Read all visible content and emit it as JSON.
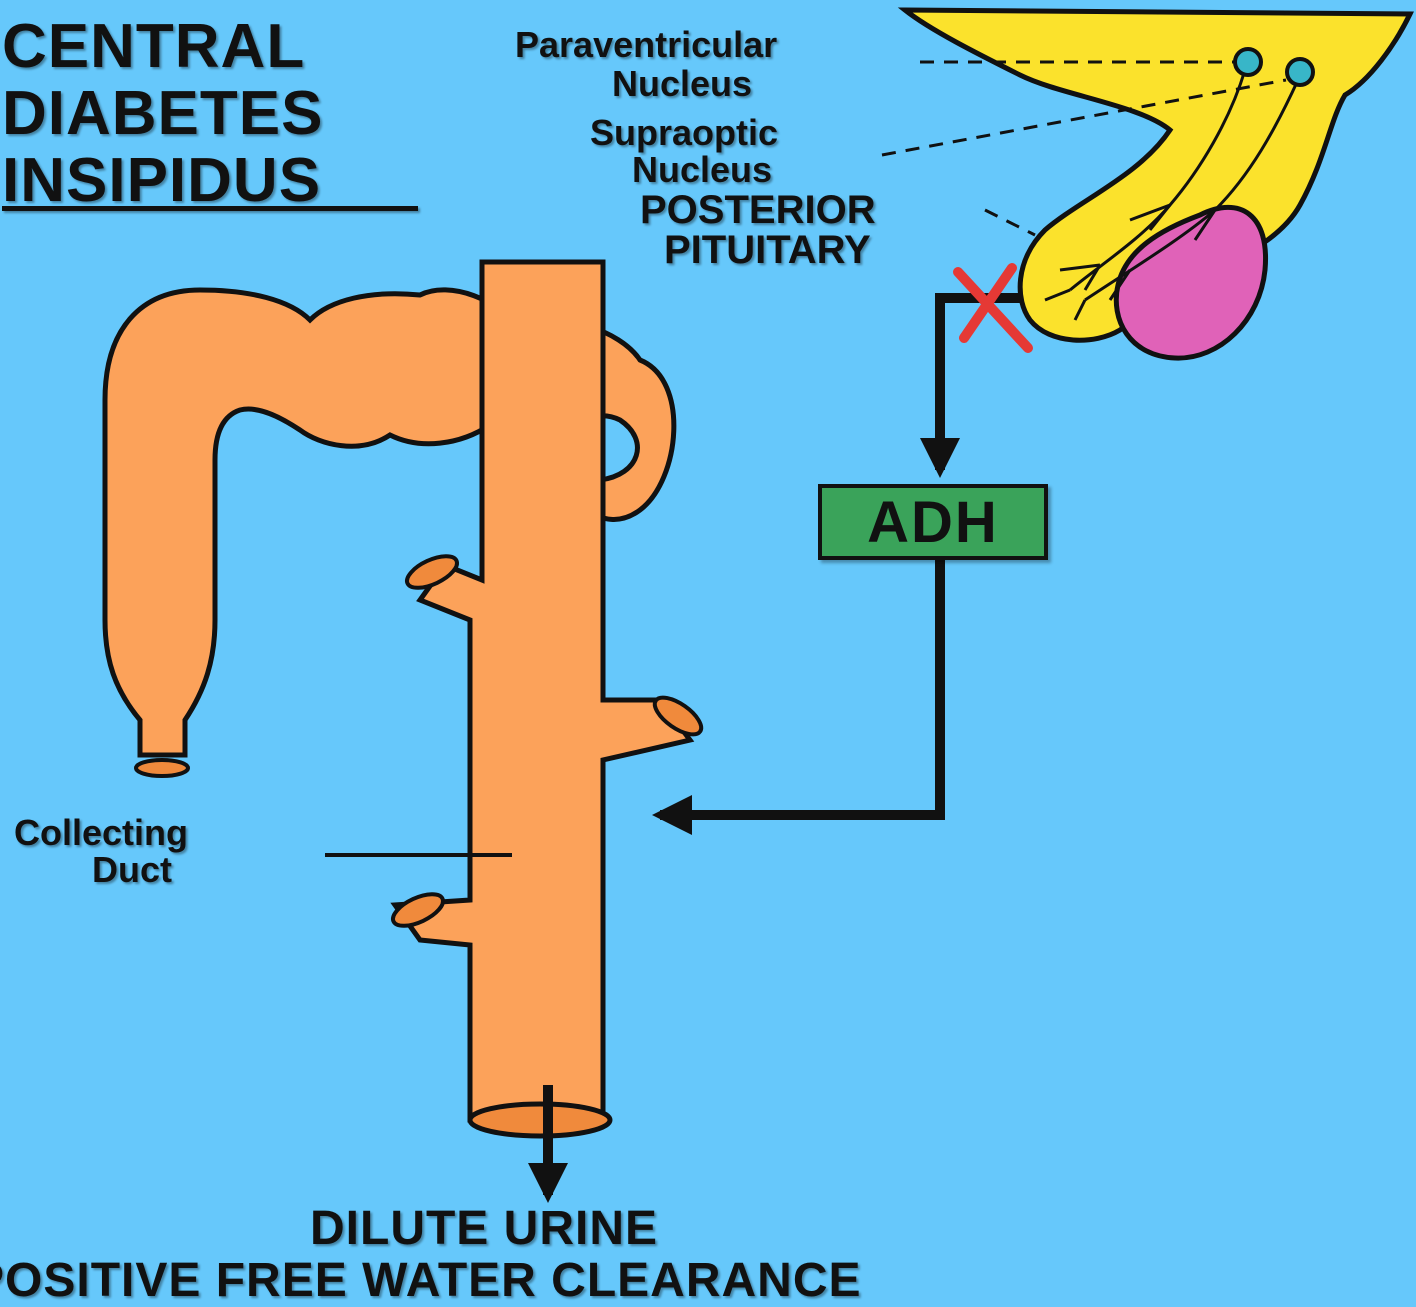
{
  "title": {
    "line1": "CENTRAL",
    "line2": "DIABETES",
    "line3": "INSIPIDUS"
  },
  "labels": {
    "paraventricular_line1": "Paraventricular",
    "paraventricular_line2": "Nucleus",
    "supraoptic_line1": "Supraoptic",
    "supraoptic_line2": "Nucleus",
    "posterior_line1": "POSTERIOR",
    "posterior_line2": "PITUITARY",
    "collecting_line1": "Collecting",
    "collecting_line2": "Duct",
    "hormone": "ADH",
    "output_line1": "DILUTE URINE",
    "output_line2": "POSITIVE FREE WATER CLEARANCE"
  },
  "colors": {
    "background": "#66c8fb",
    "tubule": "#fca25a",
    "hypothalamus": "#fbe22c",
    "pituitary_anterior": "#e062b8",
    "nucleus": "#38b6c8",
    "adh_box": "#3aa35a",
    "blocked_mark": "#e53935",
    "outline": "#111111"
  }
}
